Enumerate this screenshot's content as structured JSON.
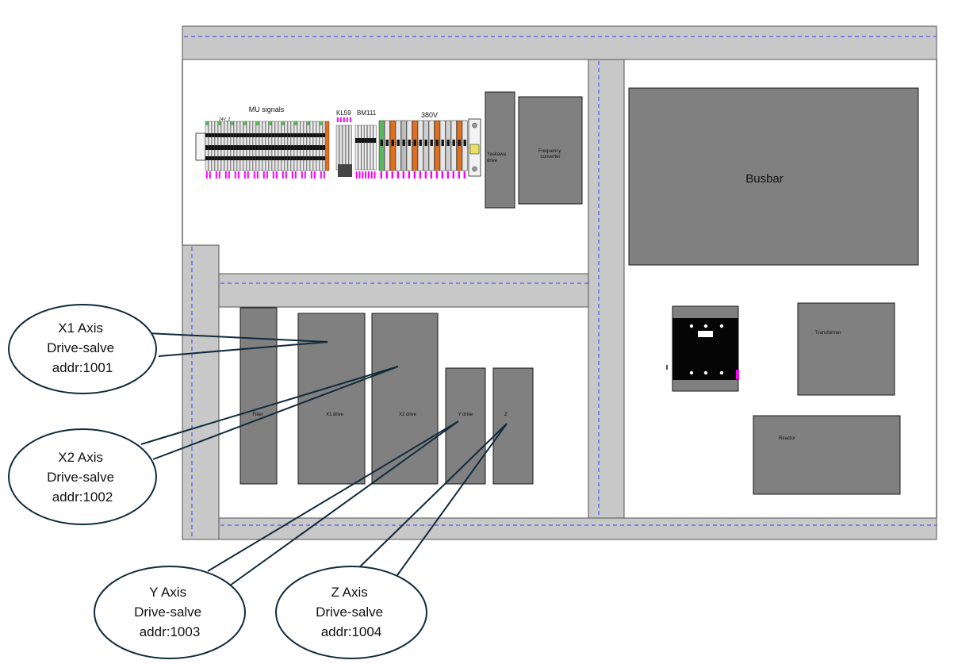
{
  "labels": {
    "mu_signals": "MU signals",
    "v24": "24V_2",
    "kl59": "KL59",
    "bm111": "BM111",
    "v380": "380V",
    "yaskawa": [
      "Yaskawa",
      "drive"
    ],
    "frequency": [
      "Frequency",
      "converter"
    ],
    "busbar": "Busbar",
    "filter": "Filter",
    "x1_drive": "X1 drive",
    "x2_drive": "X2 drive",
    "y_drive": "Y drive",
    "z_drive": "Z",
    "transformer": "Transformer",
    "reactor": "Reactor"
  },
  "callouts": {
    "x1": [
      "X1 Axis",
      "Drive-salve",
      "addr:1001"
    ],
    "x2": [
      "X2 Axis",
      "Drive-salve",
      "addr:1002"
    ],
    "y": [
      "Y Axis",
      "Drive-salve",
      "addr:1003"
    ],
    "z": [
      "Z Axis",
      "Drive-salve",
      "addr:1004"
    ]
  },
  "colors": {
    "duct": "#c8c8c8",
    "component": "#808080",
    "outline": "#1a1a1a",
    "dashed": "#3a3aff",
    "callout_line": "#0f2b3b",
    "magenta": "#ff00ff",
    "terminal_green": "#5cb85c",
    "terminal_orange": "#e07020"
  }
}
